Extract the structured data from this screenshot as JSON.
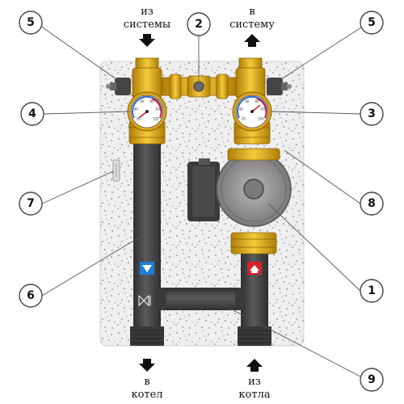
{
  "flow_labels": {
    "from_system": [
      "из",
      "системы"
    ],
    "to_system": [
      "в",
      "систему"
    ],
    "to_boiler": [
      "в",
      "котел"
    ],
    "from_boiler": [
      "из",
      "котла"
    ]
  },
  "callouts": [
    "1",
    "2",
    "3",
    "4",
    "5",
    "5",
    "6",
    "7",
    "8",
    "9"
  ],
  "gauges": {
    "left": {
      "ticks": [
        "20",
        "40",
        "60",
        "80",
        "100",
        "120"
      ]
    },
    "right": {
      "ticks": [
        "20",
        "40",
        "60",
        "80",
        "100",
        "120"
      ]
    }
  },
  "colors": {
    "panel": "#ececec",
    "brass": "#e6b01e",
    "pipe": "#4a4a4a",
    "pump": "#9a9a9a",
    "cold_marker": "#1f7fd6",
    "hot_marker": "#d9202a"
  },
  "icons": [
    "down-arrow-icon",
    "up-arrow-icon",
    "valve-symbol-icon",
    "house-icon"
  ]
}
